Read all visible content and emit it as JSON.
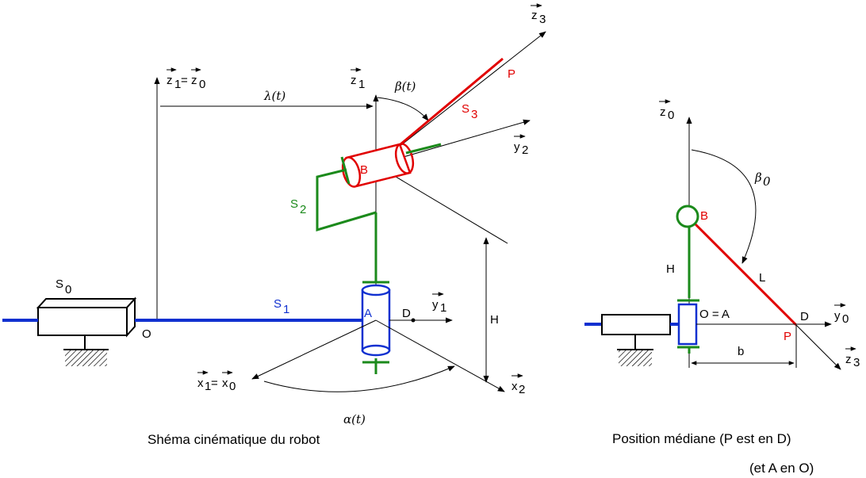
{
  "colors": {
    "frame": "#0a0a0a",
    "solid0": "#000000",
    "solid1": "#1030d0",
    "solid2": "#1b8a1b",
    "solid3": "#e10000"
  },
  "left": {
    "caption": "Shéma cinématique du robot",
    "z1_eq": "z",
    "z1_sub": "1",
    "eq": "=",
    "z0_sub": "0",
    "lambda": "λ(t)",
    "z1": "z",
    "beta": "β(t)",
    "z3": "z",
    "z3_sub": "3",
    "P": "P",
    "S3": "S",
    "S3_sub": "3",
    "y2": "y",
    "y2_sub": "2",
    "B": "B",
    "S2": "S",
    "S2_sub": "2",
    "S0": "S",
    "S0_sub": "0",
    "S1": "S",
    "S1_sub": "1",
    "O": "O",
    "A": "A",
    "D": "D",
    "y1": "y",
    "y1_sub": "1",
    "H": "H",
    "x1": "x",
    "x1_sub": "1",
    "x0_sub": "0",
    "x2": "x",
    "x2_sub": "2",
    "alpha": "α(t)"
  },
  "right": {
    "caption": "Position médiane (P est en D)",
    "caption2": "(et A en O)",
    "z0": "z",
    "z0_sub": "0",
    "beta0": "β",
    "beta0_sub": "0",
    "B": "B",
    "H": "H",
    "L": "L",
    "OA": "O = A",
    "D": "D",
    "y0": "y",
    "y0_sub": "0",
    "P": "P",
    "b": "b",
    "z3": "z",
    "z3_sub": "3"
  }
}
